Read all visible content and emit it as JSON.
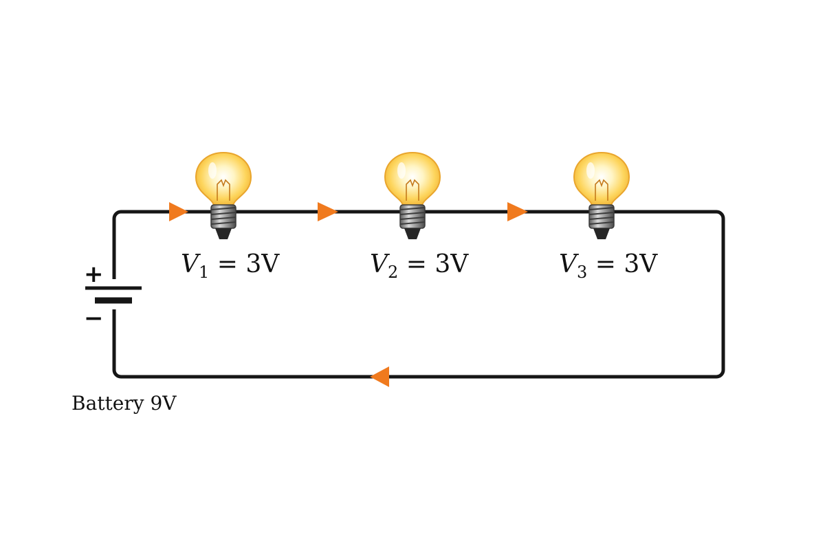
{
  "colors": {
    "wire": "#161616",
    "current": "#f07a1e",
    "bulb_glow": "#fff5c6",
    "bulb_mid": "#fdd45a",
    "bulb_edge": "#f0b43a",
    "base_metal": "#8f8f8f",
    "base_dark": "#2a2a2a"
  },
  "battery": {
    "plus": "+",
    "minus": "−",
    "label": "Battery 9V"
  },
  "bulbs": [
    {
      "var": "V",
      "sub": "1",
      "rest": " = 3V"
    },
    {
      "var": "V",
      "sub": "2",
      "rest": " = 3V"
    },
    {
      "var": "V",
      "sub": "3",
      "rest": " = 3V"
    }
  ]
}
